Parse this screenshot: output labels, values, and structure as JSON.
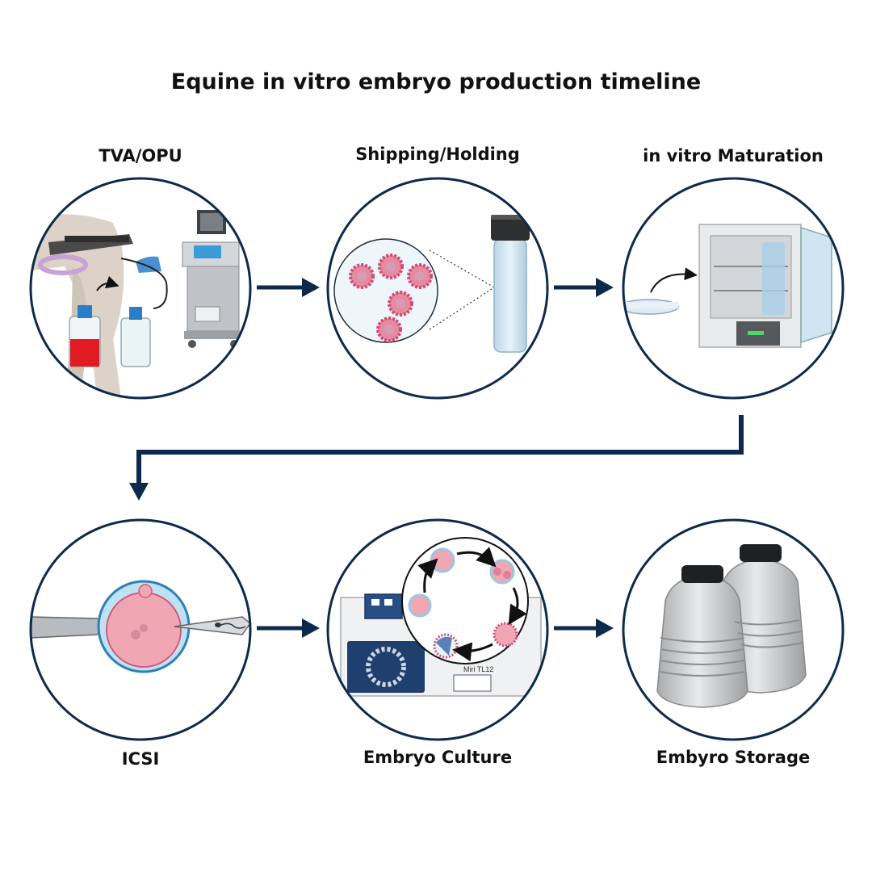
{
  "title": "Equine in vitro embryo production timeline",
  "stages": [
    {
      "label": "TVA/OPU"
    },
    {
      "label": "Shipping/Holding"
    },
    {
      "label": "in vitro Maturation"
    },
    {
      "label": "ICSI"
    },
    {
      "label": "Embryo Culture"
    },
    {
      "label": "Embyro Storage"
    }
  ],
  "device_text": "Miri TL12",
  "colors": {
    "ring": "#0d2a4d",
    "arrow": "#0d2a4d",
    "oocyte": "#e58aa0",
    "media_red": "#e01b24",
    "glass": "#cfe3ef",
    "metal": "#c9cbcc"
  }
}
